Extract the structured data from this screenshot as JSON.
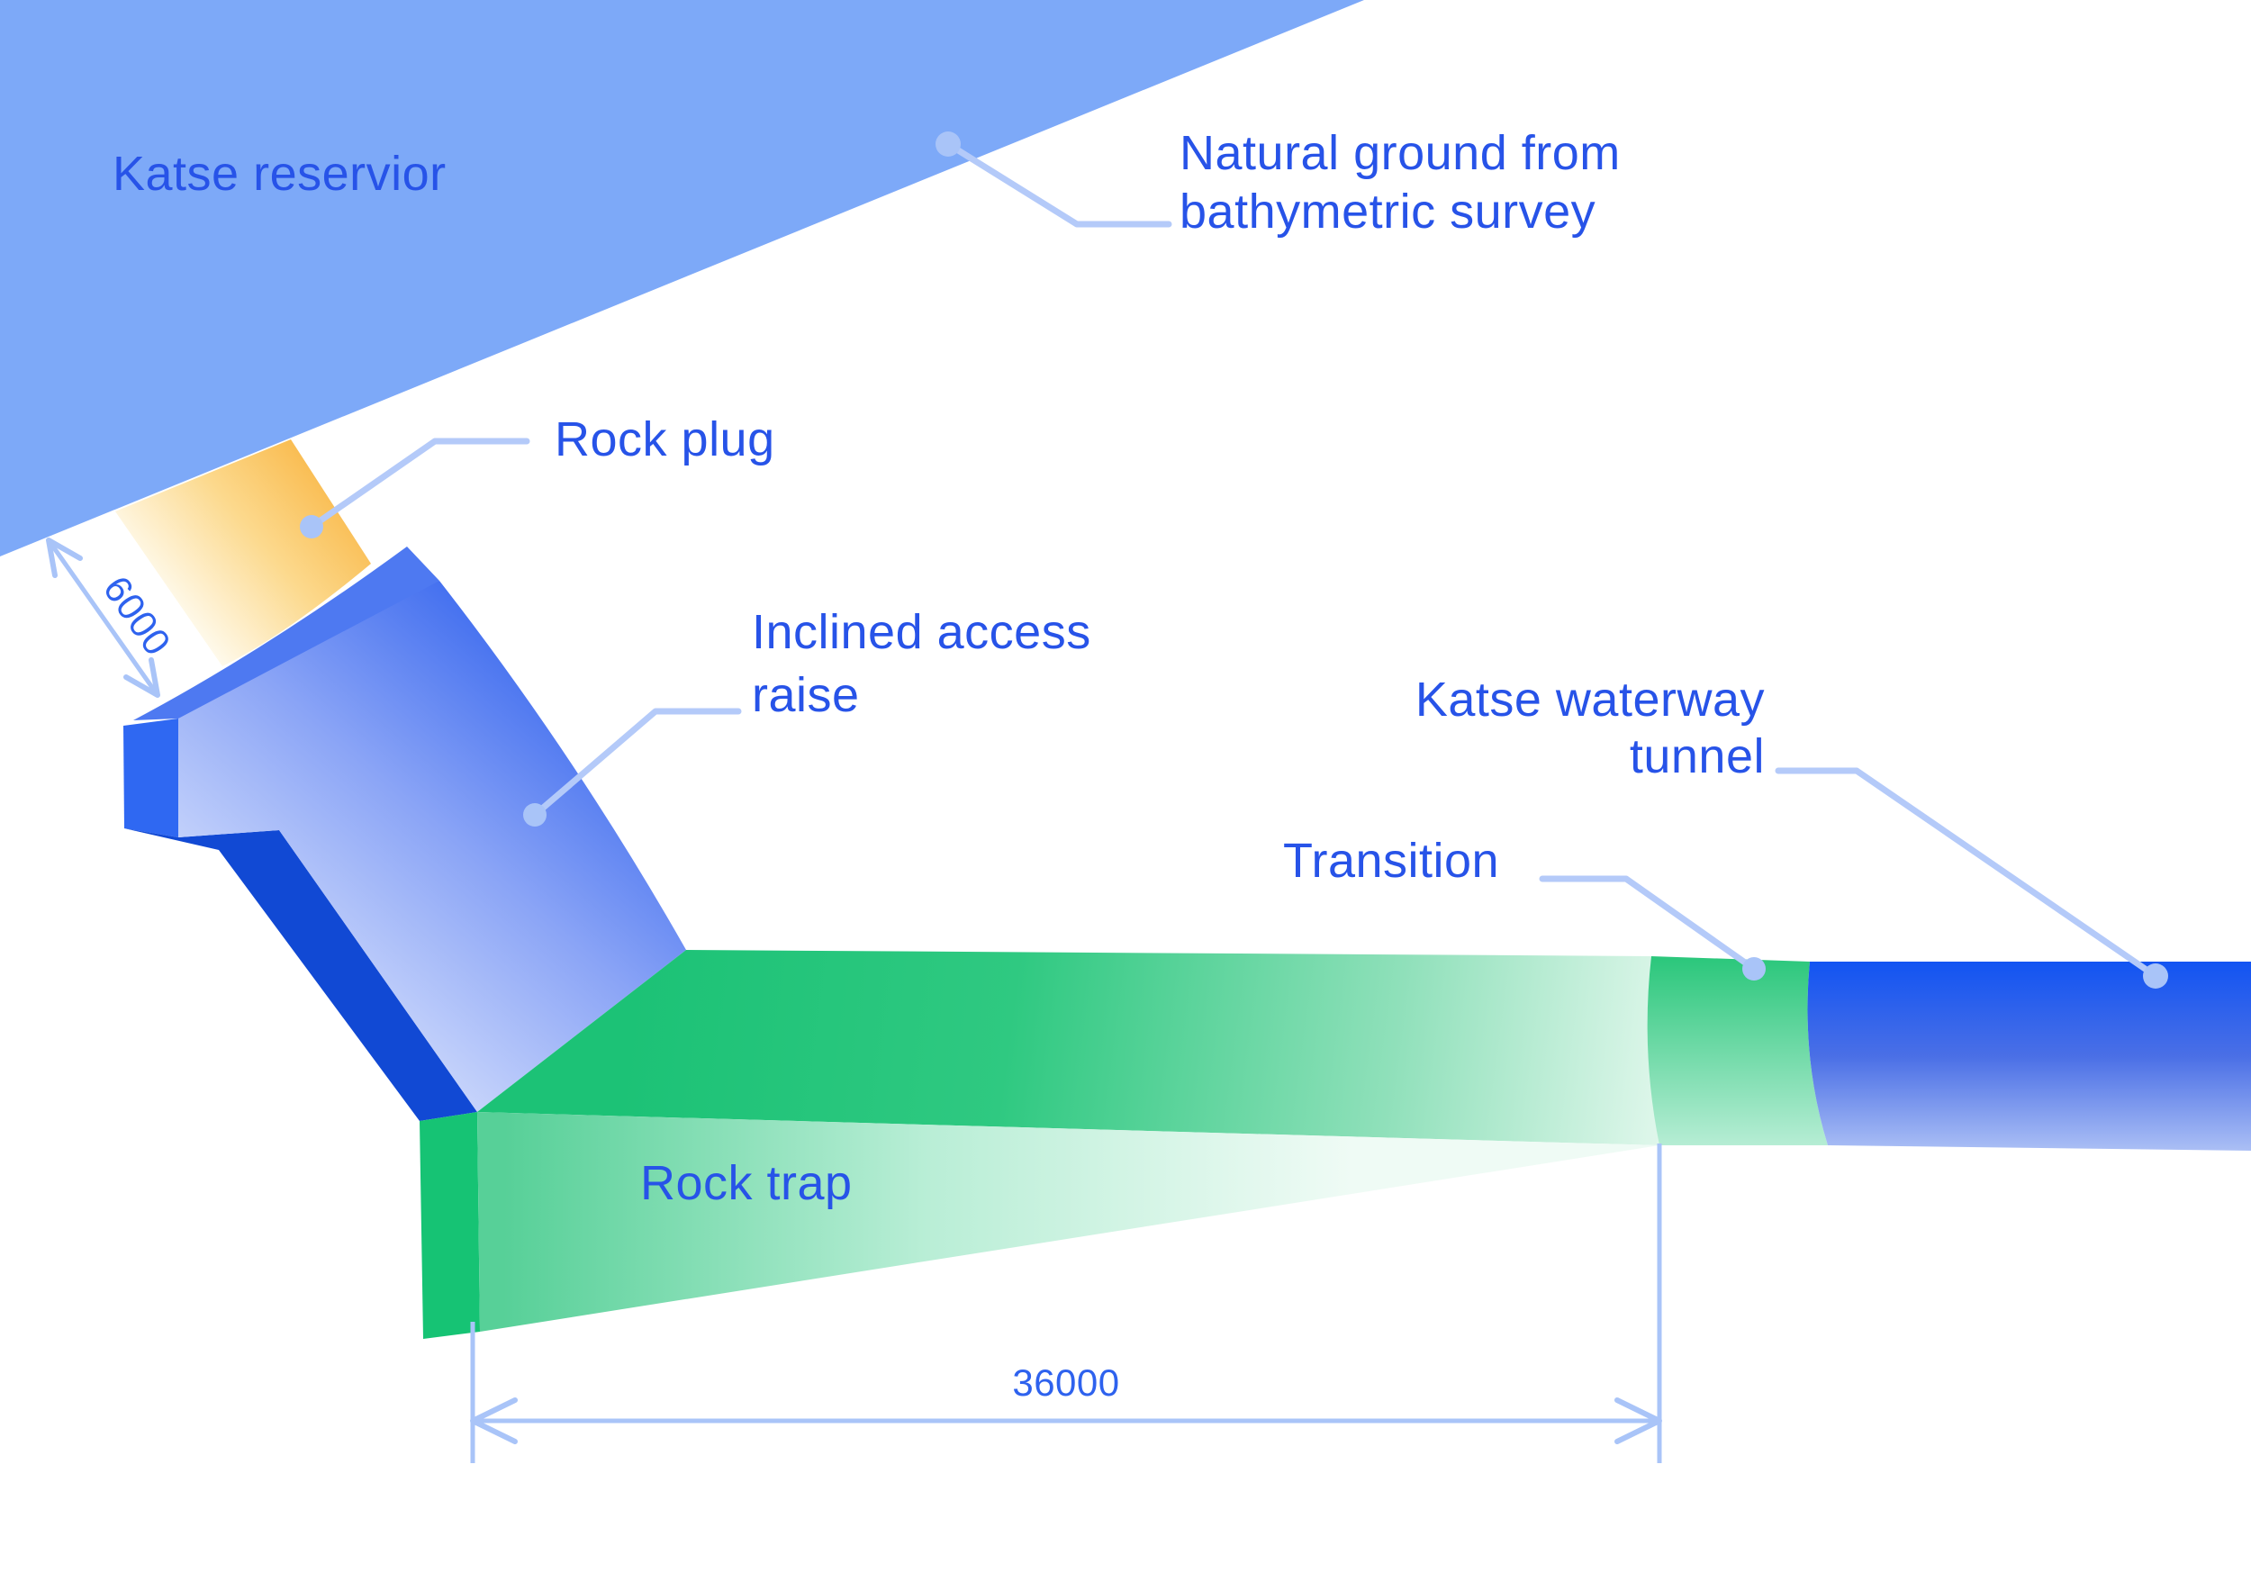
{
  "diagram": {
    "labels": {
      "reservoir": "Katse reservior",
      "natural_ground": [
        "Natural ground from",
        "bathymetric survey"
      ],
      "rock_plug": "Rock plug",
      "inclined_access_raise": [
        "Inclined access",
        "raise"
      ],
      "katse_waterway_tunnel": [
        "Katse waterway",
        "tunnel"
      ],
      "transition": "Transition",
      "rock_trap": "Rock trap"
    },
    "dimensions": {
      "rock_plug_length": "6000",
      "rock_trap_length": "36000"
    },
    "colors": {
      "background": "#ffffff",
      "reservoir_water": "#7da9f8",
      "label_text": "#2753e8",
      "dimension_text": "#2e62ee",
      "leader_line": "#b4caf9",
      "leader_dot": "#a9c4f8",
      "dimension_line": "#a9c4f8",
      "rock_plug_orange": "#f8b23c",
      "rock_plug_light": "#fffef8",
      "raise_top_bevel": "#4e79f1",
      "raise_left_face": "#2f68f2",
      "raise_dark_face": "#1149d4",
      "raise_face_dark_end": "#2257ec",
      "raise_face_light_end": "#d2ddfc",
      "trap_left_face": "#16c374",
      "trap_green_dark": "#1cc276",
      "trap_green_light": "#eefbf4",
      "transition_green_top": "#2cc77c",
      "transition_green_bottom": "#b6edd4",
      "tunnel_blue_top": "#1254f2",
      "tunnel_blue_bottom": "#abbff5"
    }
  }
}
